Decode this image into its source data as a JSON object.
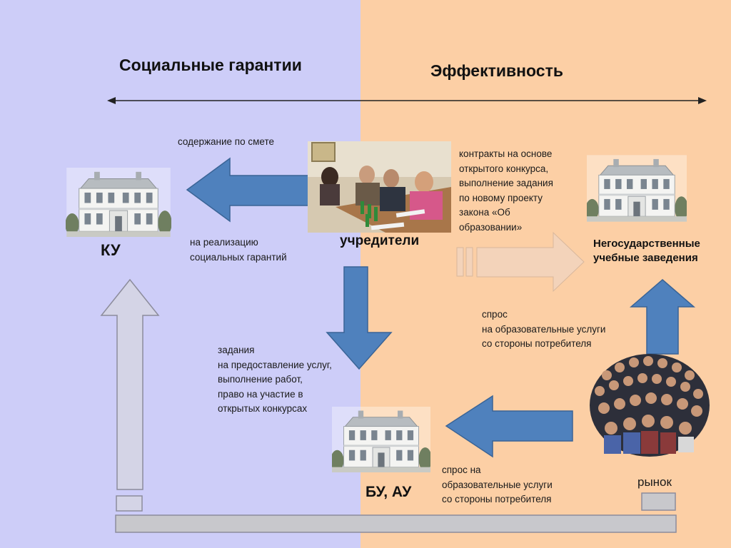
{
  "headings": {
    "left": "Социальные гарантии",
    "right": "Эффективность"
  },
  "entities": {
    "ku": "КУ",
    "founders": "учредители",
    "non_state": "Негосударственные\nучебные заведения",
    "bu_au": "БУ, АУ",
    "market": "рынок"
  },
  "texts": {
    "estimate": "содержание  по смете",
    "social_guarantees": "на реализацию\nсоциальных гарантий",
    "contracts": "контракты на основе\nоткрытого конкурса,\nвыполнение задания\nпо новому проекту\nзакона «Об\nобразовании»",
    "demand_upper": "спрос\nна образовательные услуги\nсо стороны потребителя",
    "tasks": "задания\nна предоставление услуг,\nвыполнение работ,\nправо на участие в\nоткрытых конкурсах",
    "demand_lower": "спрос на\nобразовательные услуги\nсо стороны потребителя"
  },
  "colors": {
    "left_background": "#cdcdf8",
    "right_background": "#fccfa5",
    "arrow_blue": "#4f81bd",
    "arrow_faded": "#f3d3ba",
    "arrow_gray": "#d4d4e6"
  }
}
